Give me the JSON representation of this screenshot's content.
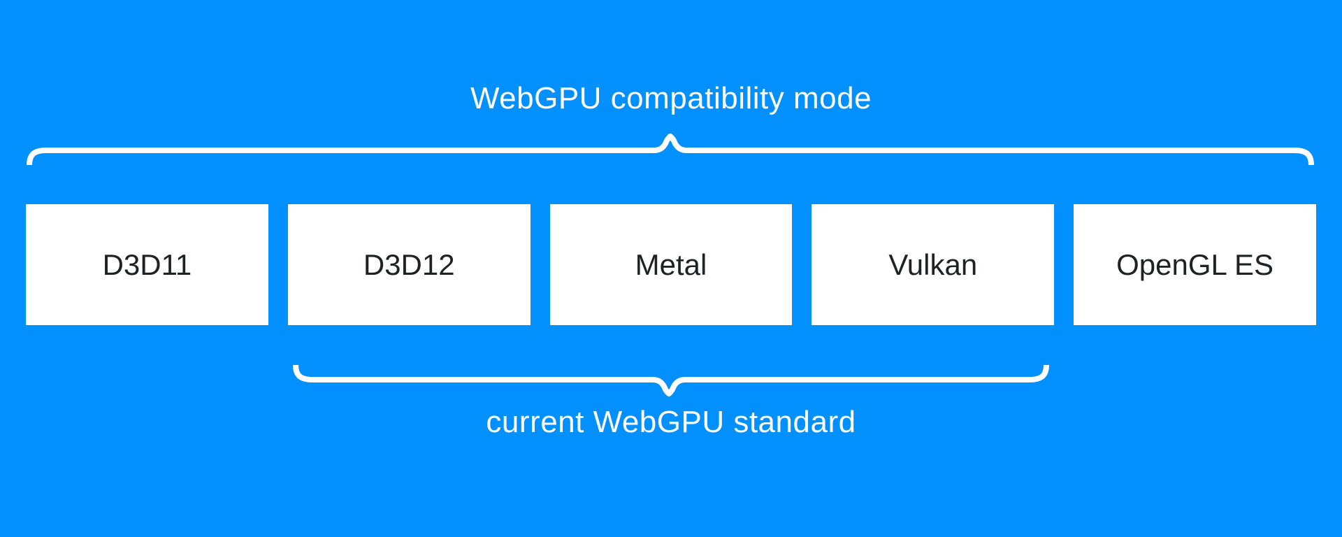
{
  "diagram": {
    "top_label": "WebGPU compatibility mode",
    "bottom_label": "current WebGPU standard",
    "apis": [
      {
        "label": "D3D11"
      },
      {
        "label": "D3D12"
      },
      {
        "label": "Metal"
      },
      {
        "label": "Vulkan"
      },
      {
        "label": "OpenGL ES"
      }
    ],
    "braces": {
      "top_brace_spans": "all five graphics APIs",
      "bottom_brace_spans": "D3D12, Metal, Vulkan"
    },
    "colors": {
      "background": "#0290ff",
      "box_fill": "#ffffff",
      "box_text": "#202124",
      "brace": "#ffffff",
      "label_text": "#ffffff"
    }
  }
}
